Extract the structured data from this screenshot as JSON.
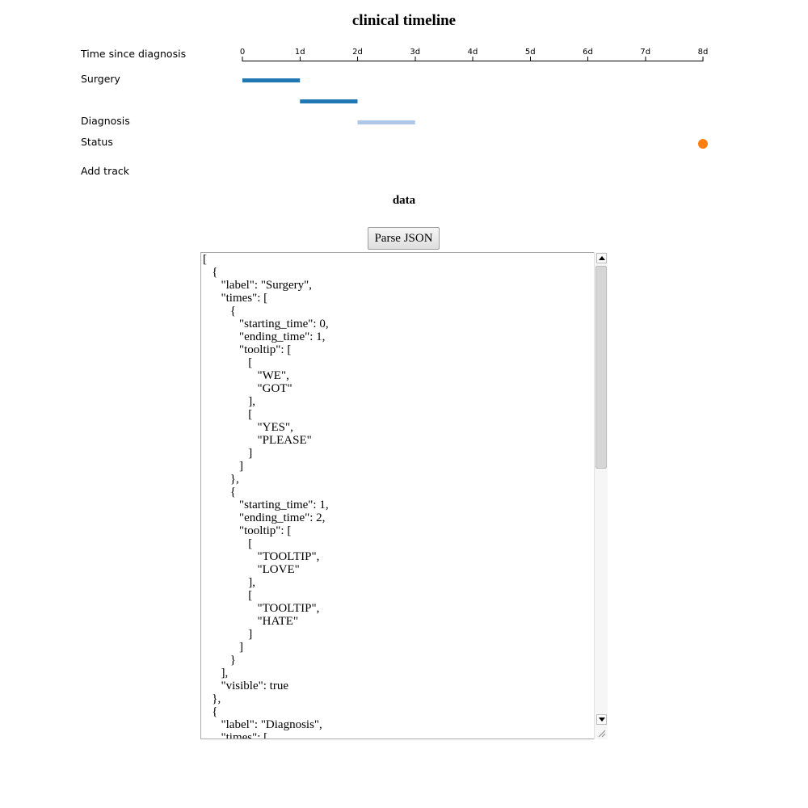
{
  "page": {
    "title": "clinical timeline"
  },
  "timeline": {
    "axis_label": "Time since diagnosis",
    "ticks": [
      "0",
      "1d",
      "2d",
      "3d",
      "4d",
      "5d",
      "6d",
      "7d",
      "8d"
    ],
    "tracks": [
      {
        "label": "Surgery"
      },
      {
        "label": "Diagnosis"
      },
      {
        "label": "Status"
      }
    ],
    "add_track_label": "Add track"
  },
  "chart_data": {
    "type": "timeline",
    "title": "clinical timeline",
    "xlabel": "Time since diagnosis",
    "xlim": [
      0,
      8
    ],
    "tick_labels": [
      "0",
      "1d",
      "2d",
      "3d",
      "4d",
      "5d",
      "6d",
      "7d",
      "8d"
    ],
    "tracks": [
      {
        "label": "Surgery",
        "color": "#1f77b4",
        "intervals": [
          {
            "start": 0,
            "end": 1
          },
          {
            "start": 1,
            "end": 2
          }
        ]
      },
      {
        "label": "Diagnosis",
        "color": "#aec7e8",
        "intervals": [
          {
            "start": 2,
            "end": 3
          }
        ]
      },
      {
        "label": "Status",
        "color": "#ff7f0e",
        "points": [
          {
            "time": 8
          }
        ]
      }
    ]
  },
  "data_panel": {
    "title": "data",
    "parse_button_label": "Parse JSON",
    "json_text": "[\n   {\n      \"label\": \"Surgery\",\n      \"times\": [\n         {\n            \"starting_time\": 0,\n            \"ending_time\": 1,\n            \"tooltip\": [\n               [\n                  \"WE\",\n                  \"GOT\"\n               ],\n               [\n                  \"YES\",\n                  \"PLEASE\"\n               ]\n            ]\n         },\n         {\n            \"starting_time\": 1,\n            \"ending_time\": 2,\n            \"tooltip\": [\n               [\n                  \"TOOLTIP\",\n                  \"LOVE\"\n               ],\n               [\n                  \"TOOLTIP\",\n                  \"HATE\"\n               ]\n            ]\n         }\n      ],\n      \"visible\": true\n   },\n   {\n      \"label\": \"Diagnosis\",\n      \"times\": ["
  },
  "icons": [
    "scroll-up-arrow-icon",
    "scroll-down-arrow-icon",
    "resize-grip-icon"
  ]
}
